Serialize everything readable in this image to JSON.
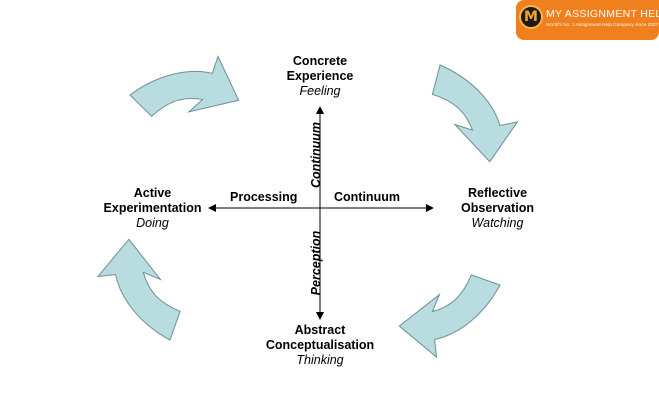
{
  "top": {
    "title_line1": "Concrete",
    "title_line2": "Experience",
    "mode": "Feeling"
  },
  "right": {
    "title_line1": "Reflective",
    "title_line2": "Observation",
    "mode": "Watching"
  },
  "bottom": {
    "title_line1": "Abstract",
    "title_line2": "Conceptualisation",
    "mode": "Thinking"
  },
  "left": {
    "title_line1": "Active",
    "title_line2": "Experimentation",
    "mode": "Doing"
  },
  "axis": {
    "horizontal_left": "Processing",
    "horizontal_right": "Continuum",
    "vertical_upper": "Continuum",
    "vertical_lower": "Perception"
  },
  "logo": {
    "mark": "M",
    "title": "MY ASSIGNMENT HELP",
    "tagline": "World's No. 1 Assignment Help Company since 2007"
  },
  "colors": {
    "arrow_fill": "#b8dcdf",
    "arrow_stroke": "#6d8f93",
    "logo_bg": "#f07f1e"
  }
}
